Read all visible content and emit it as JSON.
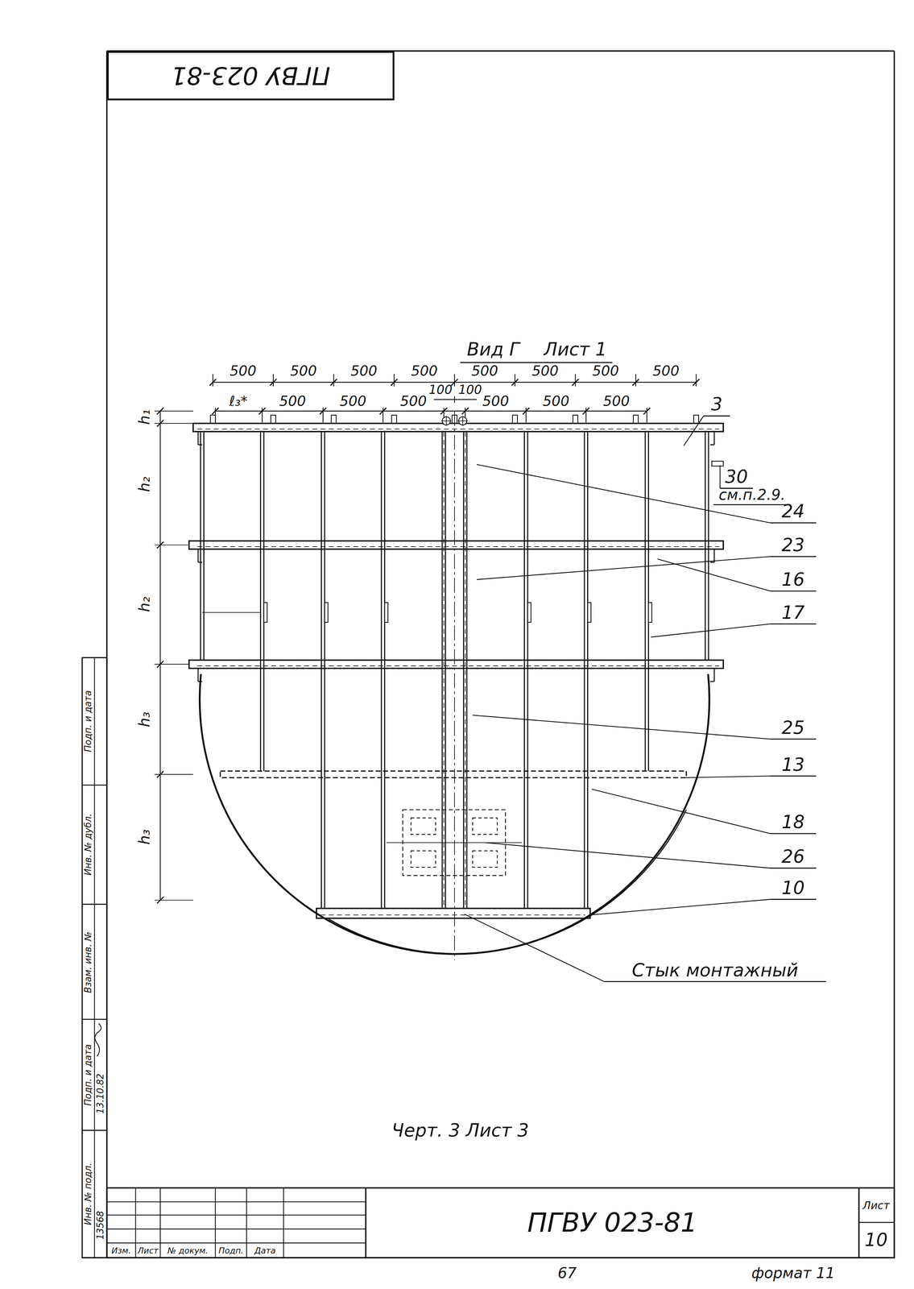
{
  "diagram": {
    "nodes": [
      {
        "text": [
          "ПГВУ 023-81"
        ]
      }
    ],
    "labels": [
      "Вид Г",
      "Лист 1",
      "500",
      "500",
      "500",
      "500",
      "500",
      "500",
      "500",
      "500",
      "100",
      "100",
      "ℓ₃*",
      "500",
      "500",
      "500",
      "500",
      "500",
      "500",
      "h₁",
      "h₂",
      "h₂",
      "h₃",
      "h₃",
      "3",
      "30",
      "см.п.2.9.",
      "24",
      "23",
      "16",
      "17",
      "25",
      "13",
      "18",
      "26",
      "10",
      "Стык монтажный",
      "Черт. 3 Лист 3",
      "ПГВУ 023-81",
      "Лист",
      "10",
      "67",
      "формат 11",
      "Изм.",
      "Лист",
      "№ докум.",
      "Подп.",
      "Дата",
      "Инв. № подл.",
      "13568",
      "Подп. и дата",
      "13.10.82",
      "Взам. инв. №",
      "Инв. № дубл.",
      "Подп. и дата"
    ]
  }
}
